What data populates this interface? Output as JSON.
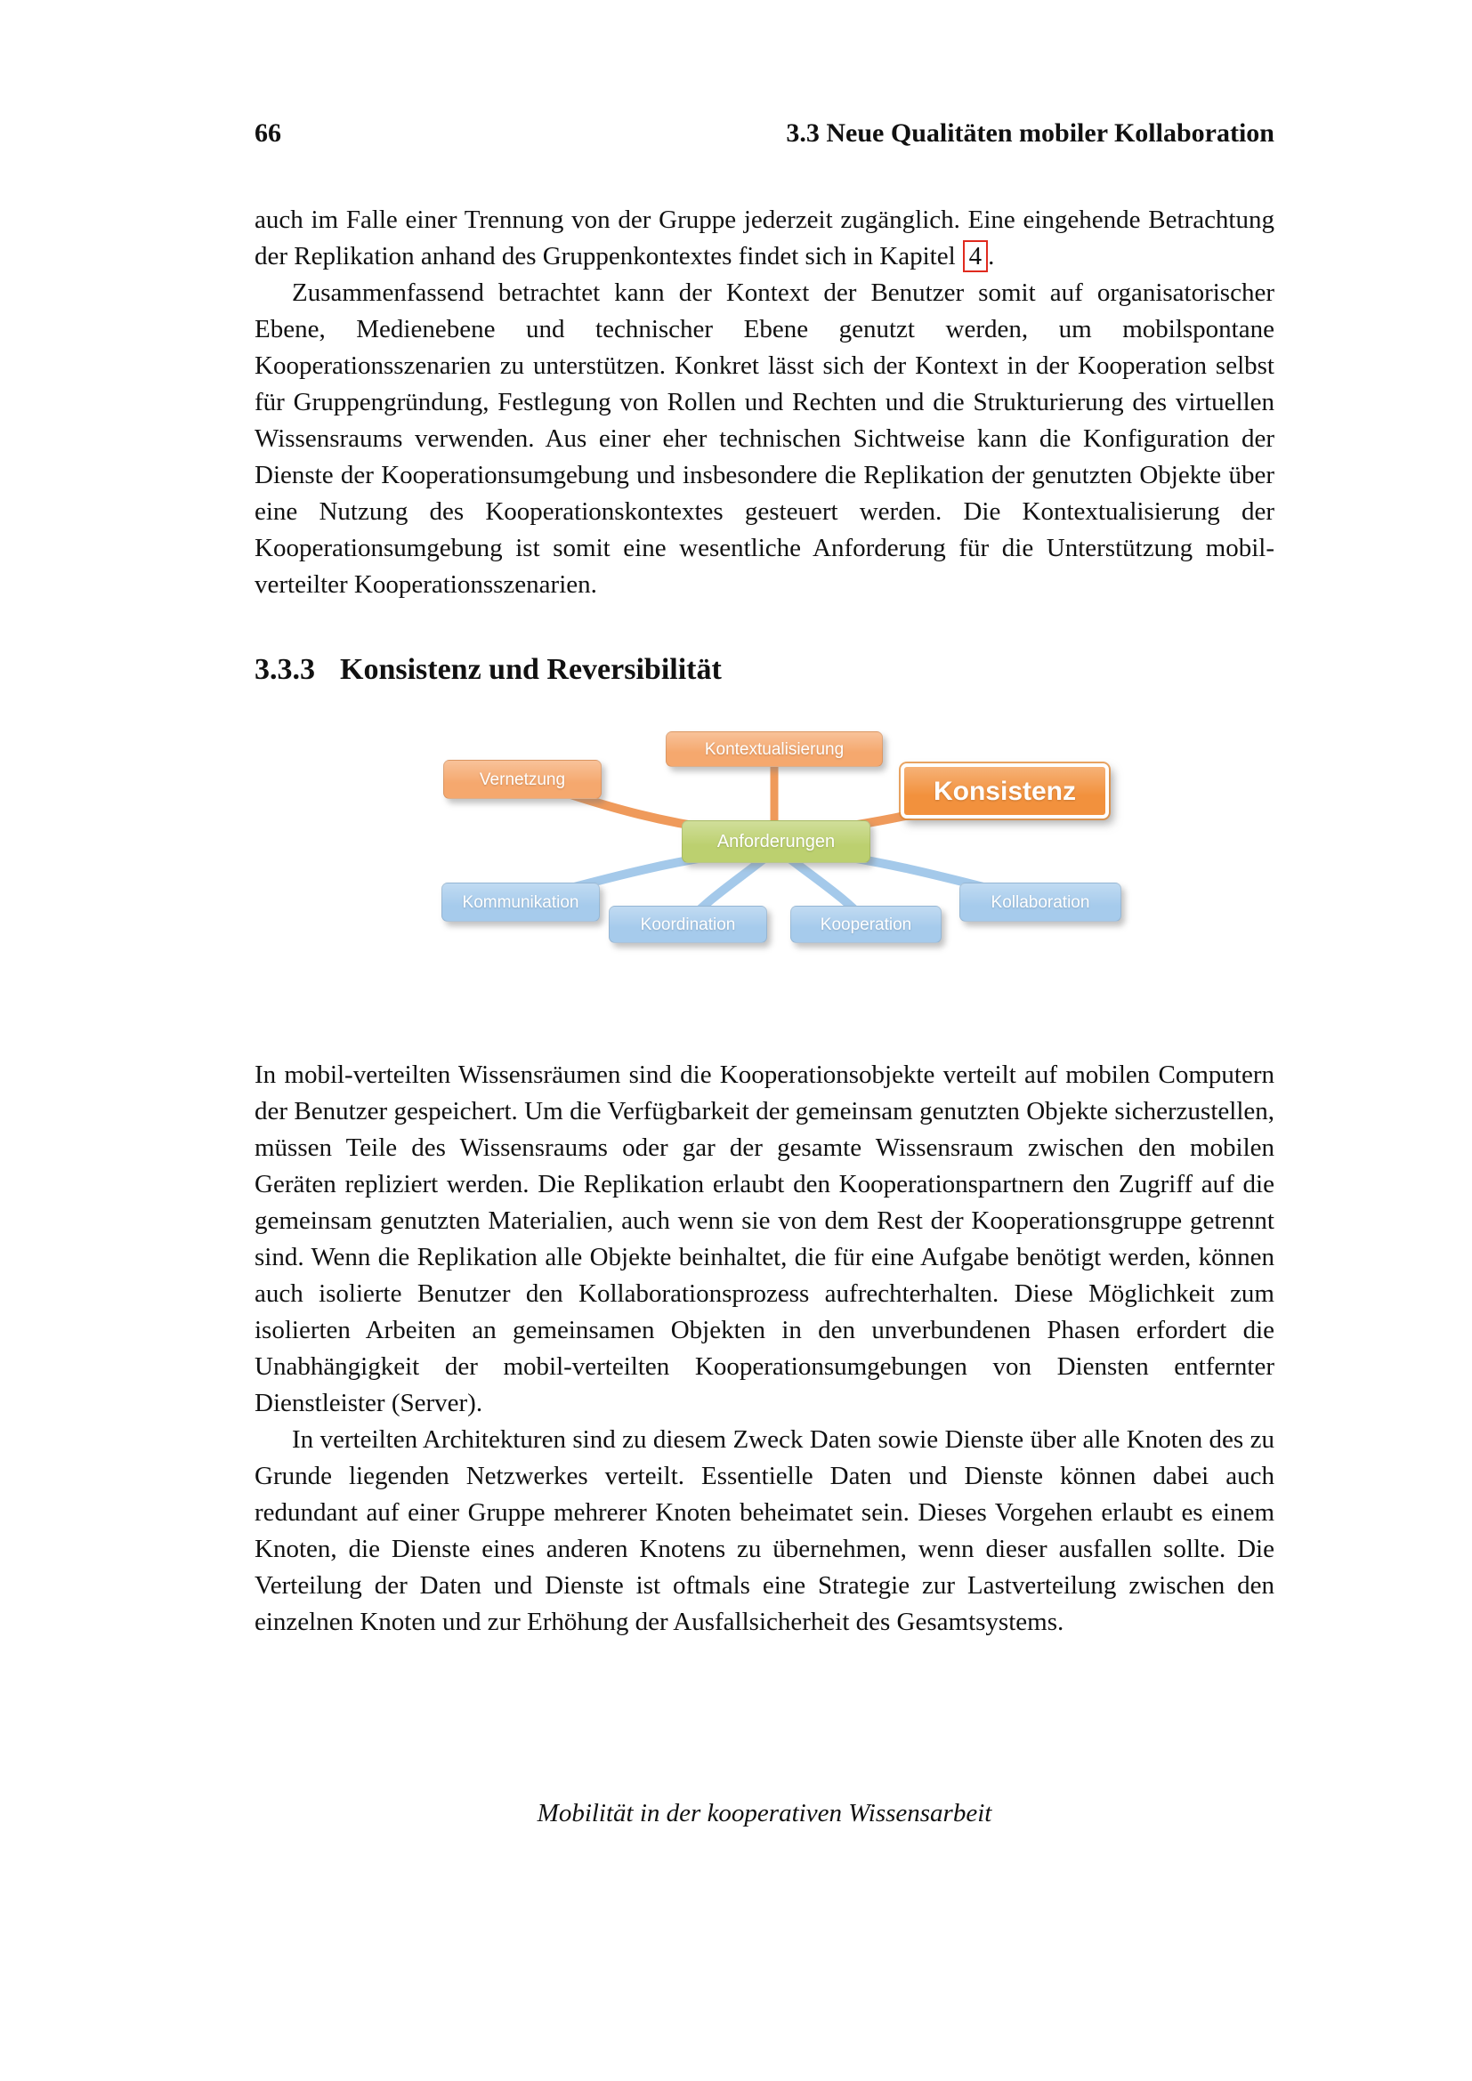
{
  "page": {
    "number": "66",
    "running_head": "3.3 Neue Qualitäten mobiler Kollaboration",
    "footer": "Mobilität in der kooperativen Wissensarbeit"
  },
  "content": {
    "para1": {
      "pre": "auch im Falle einer Trennung von der Gruppe jederzeit zugänglich. Eine eingehende Betrachtung der Replikation anhand des Gruppenkontextes findet sich in Kapitel",
      "link": "4",
      "post": "."
    },
    "para2": "Zusammenfassend betrachtet kann der Kontext der Benutzer somit auf organisatorischer Ebene, Medienebene und technischer Ebene genutzt werden, um mobilspontane Kooperationsszenarien zu unterstützen. Konkret lässt sich der Kontext in der Kooperation selbst für Gruppengründung, Festlegung von Rollen und Rechten und die Strukturierung des virtuellen Wissensraums verwenden. Aus einer eher technischen Sichtweise kann die Konfiguration der Dienste der Kooperationsumgebung und insbesondere die Replikation der genutzten Objekte über eine Nutzung des Kooperationskontextes gesteuert werden. Die Kontextualisierung der Kooperationsumgebung ist somit eine wesentliche Anforderung für die Unterstützung mobil-verteilter Kooperationsszenarien.",
    "heading": {
      "number": "3.3.3",
      "title": "Konsistenz und Reversibilität"
    },
    "para3": "In mobil-verteilten Wissensräumen sind die Kooperationsobjekte verteilt auf mobilen Computern der Benutzer gespeichert. Um die Verfügbarkeit der gemeinsam genutzten Objekte sicherzustellen, müssen Teile des Wissensraums oder gar der gesamte Wissensraum zwischen den mobilen Geräten repliziert werden. Die Replikation erlaubt den Kooperationspartnern den Zugriff auf die gemeinsam genutzten Materialien, auch wenn sie von dem Rest der Kooperationsgruppe getrennt sind. Wenn die Replikation alle Objekte beinhaltet, die für eine Aufgabe benötigt werden, können auch isolierte Benutzer den Kollaborationsprozess aufrechterhalten. Diese Möglichkeit zum isolierten Arbeiten an gemeinsamen Objekten in den unverbundenen Phasen erfordert die Unabhängigkeit der mobil-verteilten Kooperationsumgebungen von Diensten entfernter Dienstleister (Server).",
    "para4": "In verteilten Architekturen sind zu diesem Zweck Daten sowie Dienste über alle Knoten des zu Grunde liegenden Netzwerkes verteilt. Essentielle Daten und Dienste können dabei auch redundant auf einer Gruppe mehrerer Knoten beheimatet sein. Dieses Vorgehen erlaubt es einem Knoten, die Dienste eines anderen Knotens zu übernehmen, wenn dieser ausfallen sollte. Die Verteilung der Daten und Dienste ist oftmals eine Strategie zur Lastverteilung zwischen den einzelnen Knoten und zur Erhöhung der Ausfallsicherheit des Gesamtsystems."
  },
  "diagram": {
    "nodes": [
      {
        "id": "kontextualisierung",
        "label": "Kontextualisierung",
        "color": "#f5a86e"
      },
      {
        "id": "vernetzung",
        "label": "Vernetzung",
        "color": "#f5a86e"
      },
      {
        "id": "konsistenz",
        "label": "Konsistenz",
        "color": "#f2913d"
      },
      {
        "id": "anforderungen",
        "label": "Anforderungen",
        "color": "#bcd06f"
      },
      {
        "id": "kommunikation",
        "label": "Kommunikation",
        "color": "#a6cbec"
      },
      {
        "id": "koordination",
        "label": "Koordination",
        "color": "#a6cbec"
      },
      {
        "id": "kooperation",
        "label": "Kooperation",
        "color": "#a6cbec"
      },
      {
        "id": "kollaboration",
        "label": "Kollaboration",
        "color": "#a6cbec"
      }
    ],
    "connector_colors": {
      "orange": "#ef9a5b",
      "blue": "#a4c9ea"
    },
    "ref_box_color": "#e02a1e"
  }
}
